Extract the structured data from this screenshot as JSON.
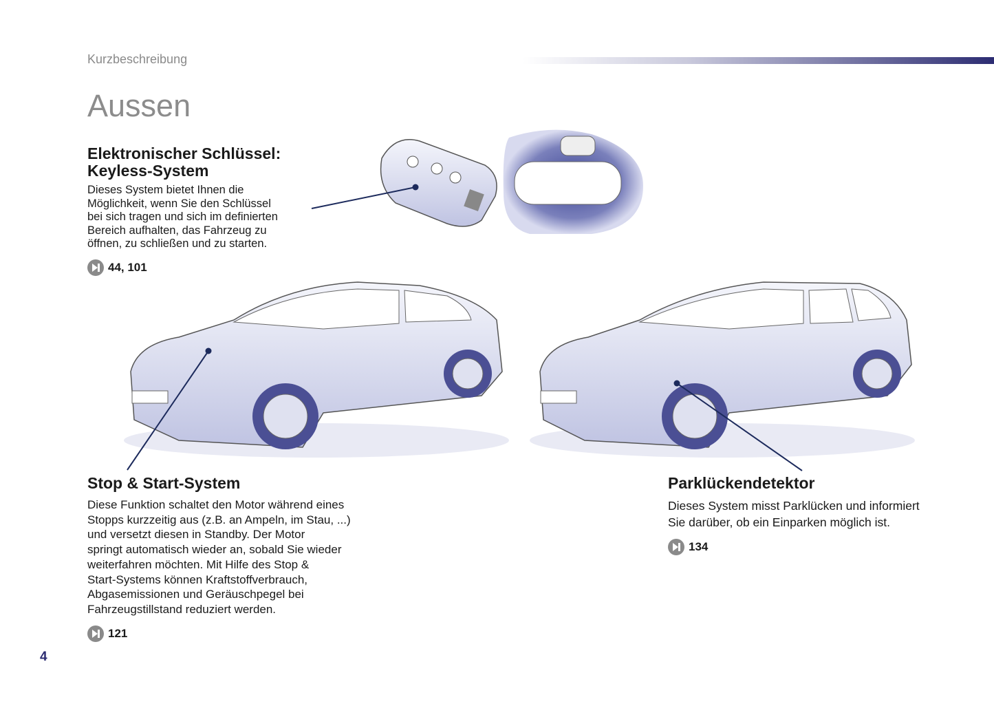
{
  "header": {
    "section": "Kurzbeschreibung",
    "title": "Aussen"
  },
  "sections": [
    {
      "heading_line1": "Elektronischer Schlüssel:",
      "heading_line2": "Keyless-System",
      "body": [
        "Dieses System bietet Ihnen die",
        "Möglichkeit, wenn Sie den Schlüssel",
        "bei sich tragen und sich im definierten",
        "Bereich aufhalten, das Fahrzeug zu",
        "öffnen, zu schließen und zu starten."
      ],
      "ref": "44, 101"
    },
    {
      "heading": "Stop & Start-System",
      "body": [
        "Diese Funktion schaltet den Motor während eines",
        "Stopps kurzzeitig aus (z.B. an Ampeln, im Stau, ...)",
        "und versetzt diesen in Standby. Der Motor",
        "springt automatisch wieder an, sobald Sie wieder",
        "weiterfahren möchten. Mit Hilfe des Stop &",
        "Start-Systems können Kraftstoffverbrauch,",
        "Abgasemissionen und Geräuschpegel bei",
        "Fahrzeugstillstand reduziert werden."
      ],
      "ref": "121"
    },
    {
      "heading": "Parklückendetektor",
      "body": [
        "Dieses System misst Parklücken und informiert",
        "Sie darüber, ob ein Einparken möglich ist."
      ],
      "ref": "134"
    }
  ],
  "page_number": "4",
  "colors": {
    "accent": "#2c2c72",
    "leader": "#1c2a5c",
    "car_shade": "#c8cbe6"
  }
}
